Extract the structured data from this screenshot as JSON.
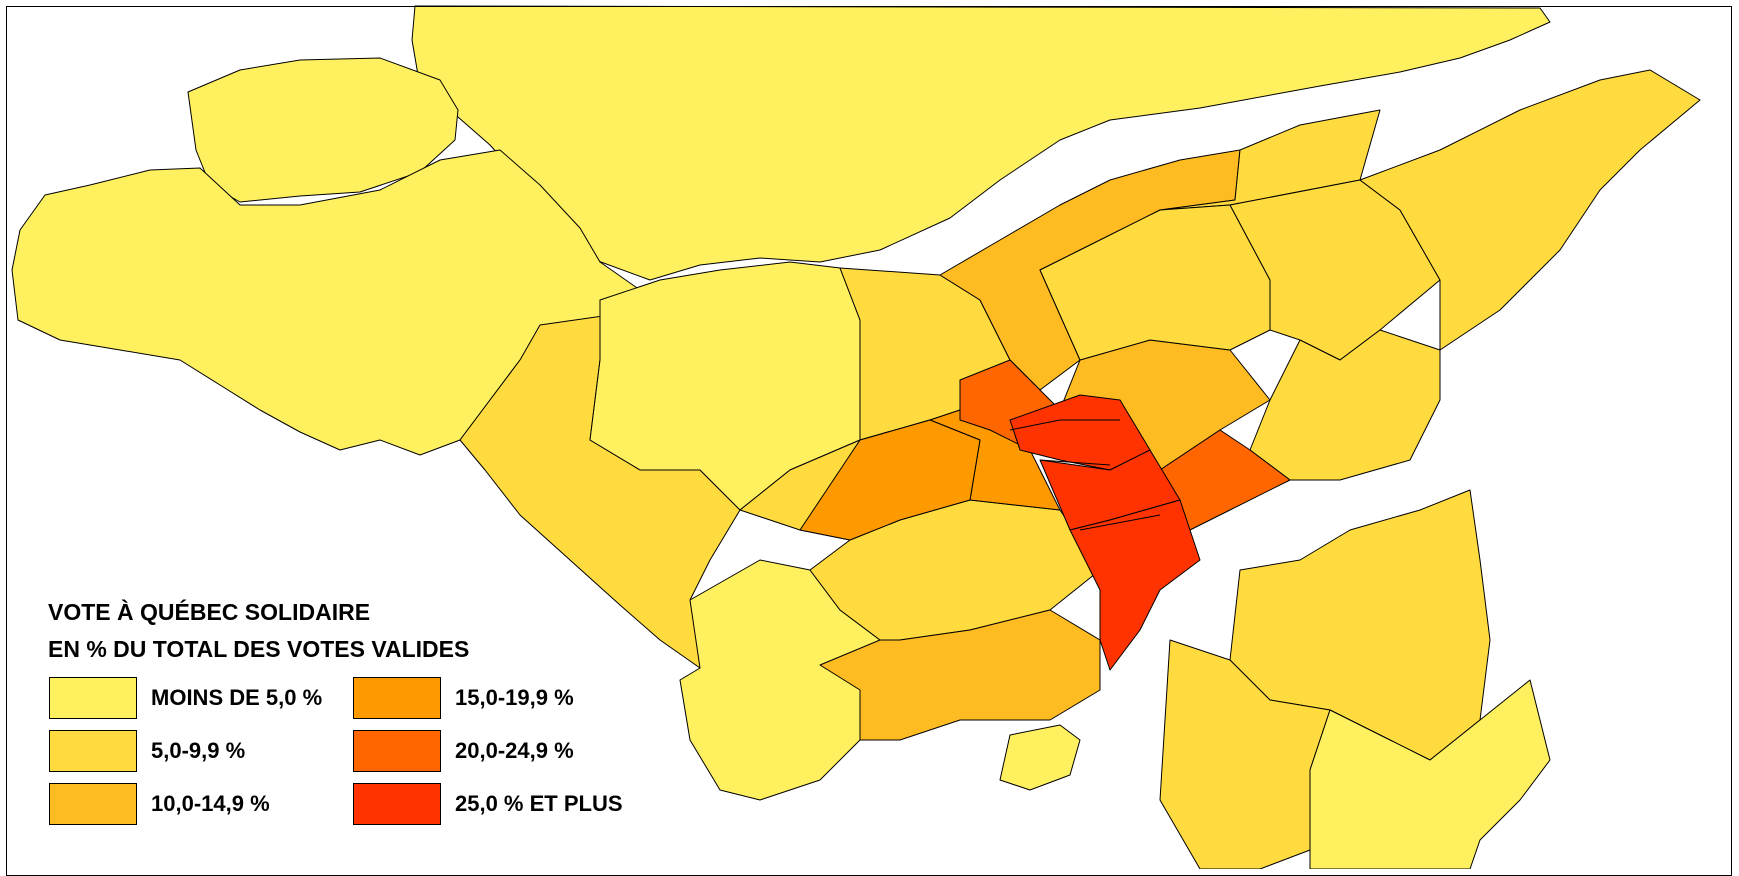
{
  "legend": {
    "title_line1": "VOTE À QUÉBEC SOLIDAIRE",
    "title_line2": "EN % DU TOTAL DES VOTES VALIDES",
    "items": [
      {
        "label": "MOINS DE 5,0 %",
        "color": "#fff060"
      },
      {
        "label": "5,0-9,9 %",
        "color": "#ffdb40"
      },
      {
        "label": "10,0-14,9 %",
        "color": "#ffbb22"
      },
      {
        "label": "15,0-19,9 %",
        "color": "#ff9900"
      },
      {
        "label": "20,0-24,9 %",
        "color": "#ff6600"
      },
      {
        "label": "25,0 % ET PLUS",
        "color": "#ff3300"
      }
    ]
  },
  "colors": {
    "background": "#ffffff",
    "border": "#000000",
    "island_outline": "#ffffff"
  }
}
